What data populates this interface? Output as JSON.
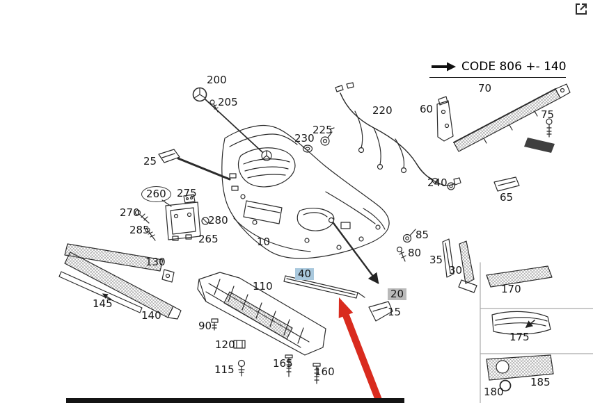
{
  "legend": {
    "code_text": "CODE 806 +- 140"
  },
  "icons": {
    "top_right": "share-icon",
    "legend_arrow": "arrow-right-icon",
    "pointer": "red-selection-arrow"
  },
  "colors": {
    "highlight_blue": "#a9c8dd",
    "highlight_gray": "#b9b9b9",
    "arrow_red": "#d92b1e",
    "line": "#2b2b2b"
  },
  "parts": {
    "p10": "10",
    "p15": "15",
    "p20": "20",
    "p25": "25",
    "p30": "30",
    "p35": "35",
    "p40": "40",
    "p60": "60",
    "p65": "65",
    "p70": "70",
    "p75": "75",
    "p80": "80",
    "p85": "85",
    "p90": "90",
    "p110": "110",
    "p115": "115",
    "p120": "120",
    "p130": "130",
    "p140": "140",
    "p145": "145",
    "p160": "160",
    "p165": "165",
    "p170": "170",
    "p175": "175",
    "p180": "180",
    "p185": "185",
    "p200": "200",
    "p205": "205",
    "p220": "220",
    "p225": "225",
    "p230": "230",
    "p240": "240",
    "p260": "260",
    "p265": "265",
    "p270": "270",
    "p275": "275",
    "p280": "280",
    "p285": "285"
  }
}
